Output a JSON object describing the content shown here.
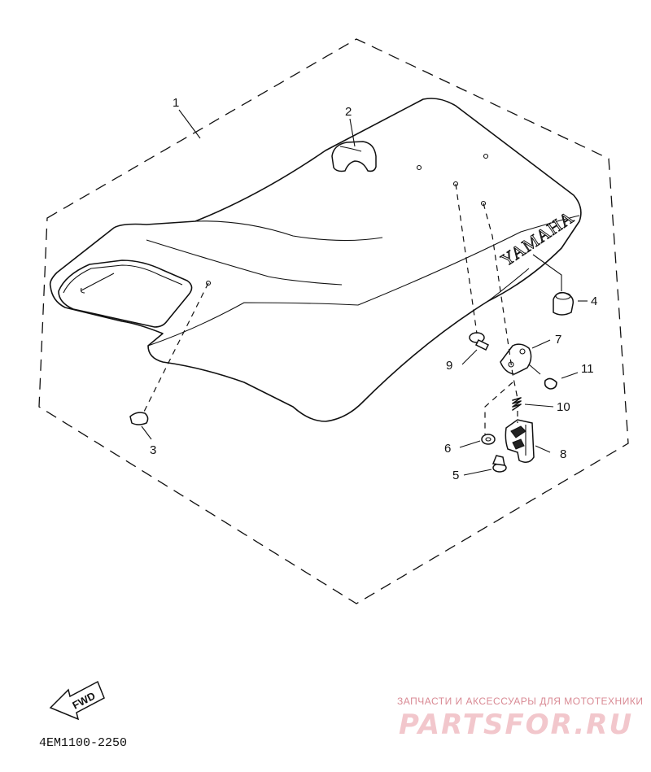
{
  "diagram": {
    "parts": [
      {
        "label": "1",
        "name": "seat"
      },
      {
        "label": "2",
        "name": "seat-handle"
      },
      {
        "label": "3",
        "name": "cushion-front"
      },
      {
        "label": "4",
        "name": "cushion-rear"
      },
      {
        "label": "5",
        "name": "bolt"
      },
      {
        "label": "6",
        "name": "washer"
      },
      {
        "label": "7",
        "name": "hook-plate"
      },
      {
        "label": "8",
        "name": "seat-lock"
      },
      {
        "label": "9",
        "name": "screw"
      },
      {
        "label": "10",
        "name": "spring"
      },
      {
        "label": "11",
        "name": "clip"
      }
    ],
    "seat_brand": "YAMAHA",
    "direction_label": "FWD",
    "catalog_code": "4EM1100-2250"
  },
  "watermark": {
    "tagline": "ЗАПЧАСТИ И АКСЕССУАРЫ ДЛЯ МОТОТЕХНИКИ",
    "site": "PARTSFOR.RU"
  }
}
